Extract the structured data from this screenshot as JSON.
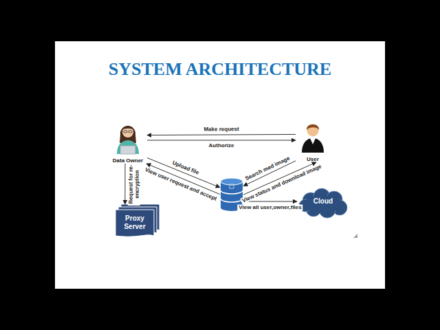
{
  "diagram": {
    "title": "SYSTEM ARCHITECTURE",
    "nodes": [
      {
        "text": [
          "Data Owner"
        ]
      },
      {
        "text": [
          "User"
        ]
      },
      {
        "text": [
          "Proxy Server"
        ]
      },
      {
        "text": []
      },
      {
        "text": [
          "Cloud"
        ]
      }
    ],
    "edges": [
      {
        "from": 1,
        "to": 0,
        "label": "Make request",
        "arrow": "to"
      },
      {
        "from": 0,
        "to": 1,
        "label": "Authorize",
        "arrow": "to"
      },
      {
        "from": 0,
        "to": 2,
        "label": "Request for re-encryption",
        "arrow": "to"
      },
      {
        "from": 0,
        "to": 3,
        "label": "Upload file",
        "arrow": "to"
      },
      {
        "from": 3,
        "to": 0,
        "label": "View user request and accept",
        "arrow": "to"
      },
      {
        "from": 1,
        "to": 3,
        "label": "Search med image",
        "arrow": "to"
      },
      {
        "from": 3,
        "to": 1,
        "label": "View status and download image",
        "arrow": "to"
      },
      {
        "from": 3,
        "to": 4,
        "label": "View all user,owner,files",
        "arrow": "to"
      }
    ]
  }
}
